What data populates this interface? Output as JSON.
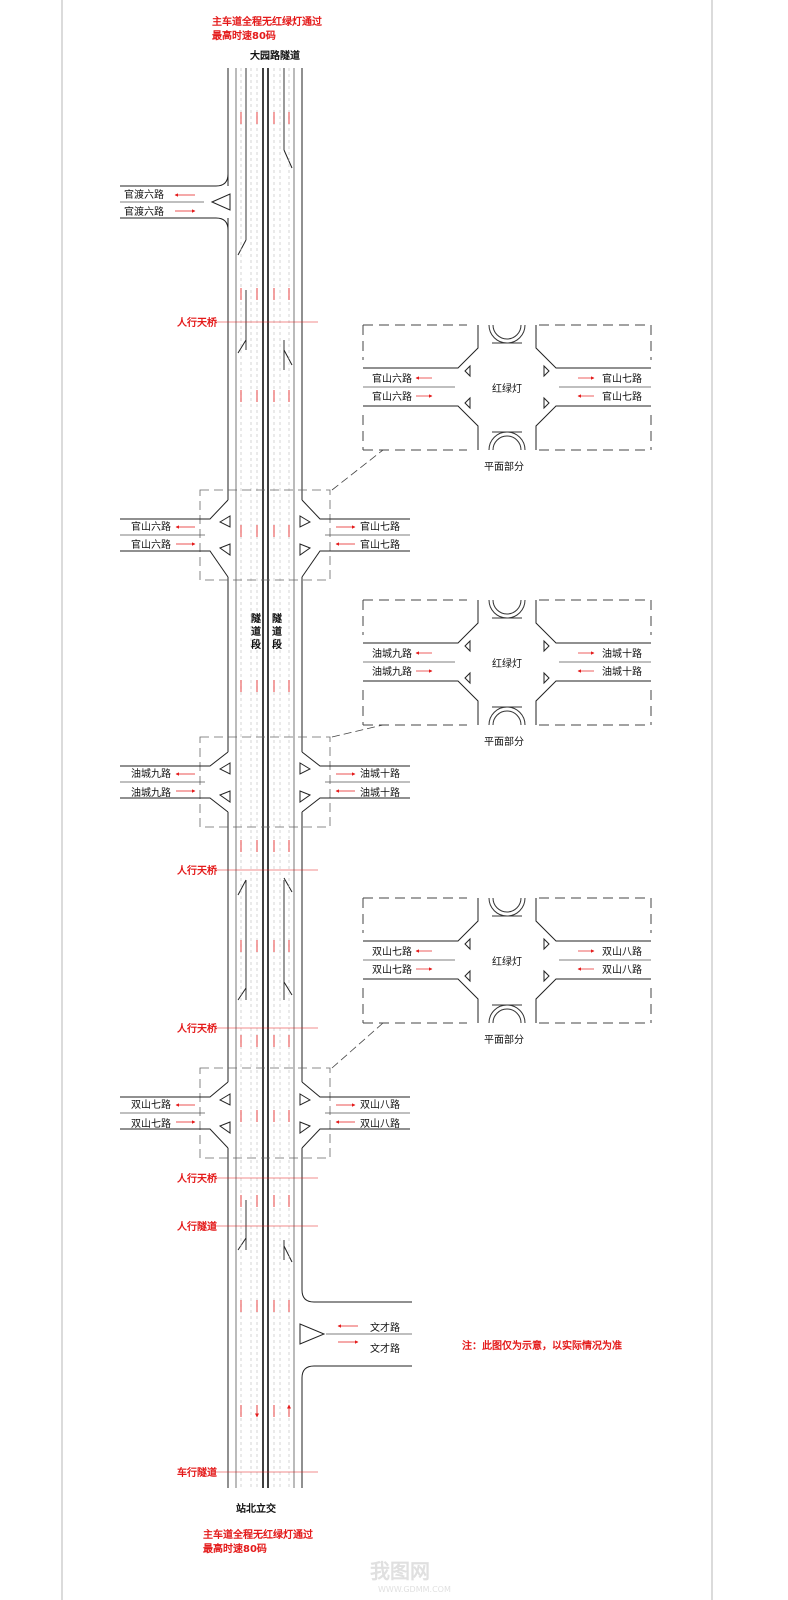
{
  "notes": {
    "top_line1": "主车道全程无红绿灯通过",
    "top_line2": "最高时速80码",
    "bottom_line1": "主车道全程无红绿灯通过",
    "bottom_line2": "最高时速80码",
    "disclaimer": "注：此图仅为示意，以实际情况为准"
  },
  "termini": {
    "north": "大园路隧道",
    "south": "站北立交"
  },
  "tunnel_label": [
    "隧",
    "道",
    "段"
  ],
  "crossings": {
    "overpass": "人行天桥",
    "ped_tunnel": "人行隧道",
    "vehicle_tunnel": "车行隧道"
  },
  "roads": {
    "guandu6": "官渡六路",
    "guanshan6": "官山六路",
    "guanshan7": "官山七路",
    "youcheng9": "油城九路",
    "youcheng10": "油城十路",
    "shuangshan7": "双山七路",
    "shuangshan8": "双山八路",
    "wencai": "文才路"
  },
  "detail": {
    "signal": "红绿灯",
    "caption": "平面部分"
  },
  "watermark": {
    "brand": "我图网",
    "url": "WWW.GDMM.COM"
  },
  "colors": {
    "road_line": "#222222",
    "label_red": "#e41a1a",
    "lane_dash": "#bbbbbb"
  }
}
